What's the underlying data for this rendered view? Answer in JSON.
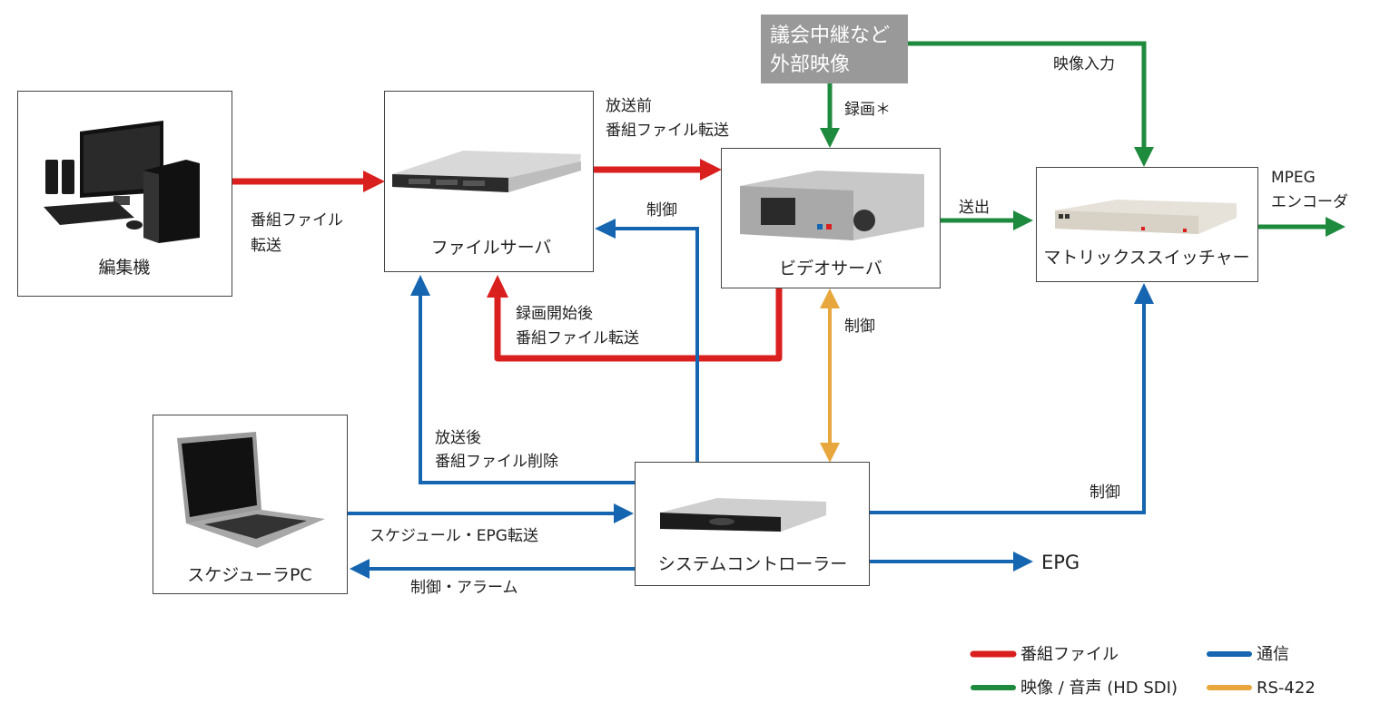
{
  "colors": {
    "file": "#d9201f",
    "video": "#1e8a3e",
    "comm": "#1565b0",
    "rs422": "#e8a73c",
    "box_border": "#444444",
    "external_bg": "#999999"
  },
  "nodes": {
    "editor": {
      "label": "編集機",
      "icon": "desktop-pc-icon"
    },
    "file_server": {
      "label": "ファイルサーバ",
      "icon": "rack-server-icon"
    },
    "video_server": {
      "label": "ビデオサーバ",
      "icon": "video-deck-icon"
    },
    "matrix_switcher": {
      "label": "マトリックススイッチャー",
      "icon": "matrix-switcher-icon"
    },
    "scheduler_pc": {
      "label": "スケジューラPC",
      "icon": "laptop-icon"
    },
    "system_controller": {
      "label": "システムコントローラー",
      "icon": "rack-1u-icon"
    },
    "external": {
      "line1": "議会中継など",
      "line2": "外部映像"
    }
  },
  "labels": {
    "editor_to_fs_1": "番組ファイル",
    "editor_to_fs_2": "転送",
    "fs_to_vs_1": "放送前",
    "fs_to_vs_2": "番組ファイル転送",
    "control_fs": "制御",
    "record": "録画＊",
    "video_input": "映像入力",
    "send": "送出",
    "mpeg_1": "MPEG",
    "mpeg_2": "エンコーダ",
    "after_rec_1": "録画開始後",
    "after_rec_2": "番組ファイル転送",
    "control_vs": "制御",
    "after_bc_1": "放送後",
    "after_bc_2": "番組ファイル削除",
    "control_ms": "制御",
    "schedule_epg": "スケジュール・EPG転送",
    "control_alarm": "制御・アラーム",
    "epg": "EPG"
  },
  "legend": [
    {
      "label": "番組ファイル",
      "color_key": "file"
    },
    {
      "label": "通信",
      "color_key": "comm"
    },
    {
      "label": "映像 / 音声 (HD SDI)",
      "color_key": "video"
    },
    {
      "label": "RS-422",
      "color_key": "rs422"
    }
  ]
}
